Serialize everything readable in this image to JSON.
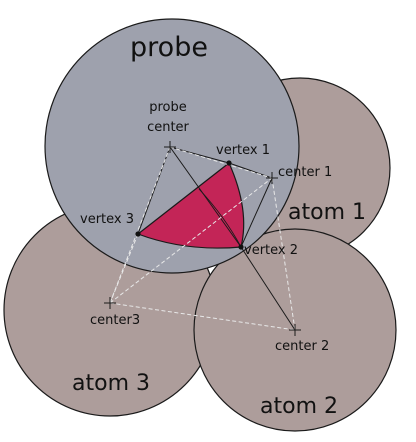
{
  "colors": {
    "background": "#ffffff",
    "atom_fill": "#ad9d9b",
    "probe_fill": "#9ea1ad",
    "patch_fill": "#c32557",
    "outline": "#1a1a1a",
    "dashed_line": "#e8e8e8"
  },
  "labels": {
    "probe": "probe",
    "probe_center_line1": "probe",
    "probe_center_line2": "center",
    "atom1": "atom 1",
    "atom2": "atom 2",
    "atom3": "atom 3",
    "center1": "center 1",
    "center2": "center 2",
    "center3": "center3",
    "vertex1": "vertex 1",
    "vertex2": "vertex 2",
    "vertex3": "vertex 3"
  }
}
